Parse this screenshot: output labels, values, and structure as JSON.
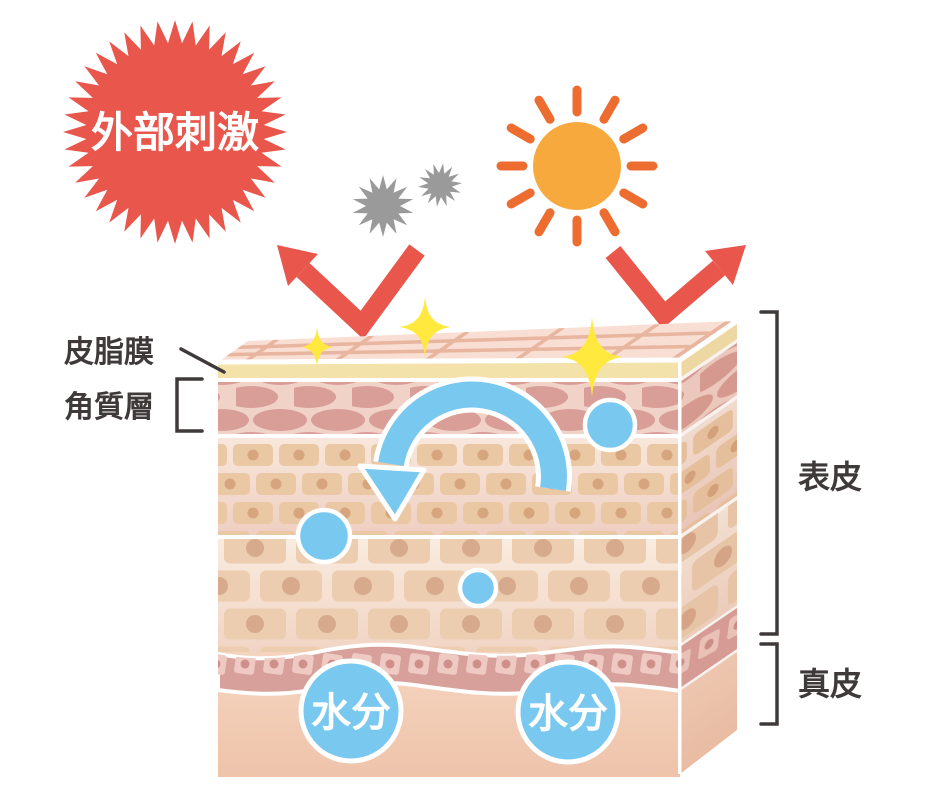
{
  "diagram": {
    "starburst": {
      "label": "外部刺激",
      "color": "#e8564c"
    },
    "sun": {
      "core_color": "#f7a93e",
      "ray_color": "#ed6c30"
    },
    "particles": {
      "color": "#9a9a9a"
    },
    "arrows": {
      "reflect_color": "#e8564c",
      "turnover_color": "#79c8f0"
    },
    "sparkles": {
      "color": "#ffe93e"
    },
    "layer_labels": {
      "sebum_film": "皮脂膜",
      "stratum_corneum": "角質層",
      "epidermis": "表皮",
      "dermis": "真皮"
    },
    "moisture": {
      "label": "水分",
      "color": "#79c8f0"
    },
    "label_color": "#3e3a39",
    "skin_palette": {
      "surface": "#f8ded3",
      "surface_grid": "#e3a78c",
      "sebum": "#f3e3ab",
      "corneum_bg": "#f1d2c7",
      "corneum_cell": "#d99e97",
      "granular_bg": "#f8e7dc",
      "granular_cell": "#eac8a4",
      "granular_dot": "#d7a57d",
      "spinous_bg": "#f9ecdf",
      "spinous_cell": "#eccdaf",
      "spinous_dot": "#d8aa8d",
      "basal_band": "#d8a09b",
      "basal_cell": "#efcac2",
      "basal_dot": "#cf908c",
      "dermis_top": "#f5d4bf",
      "dermis_bottom": "#eec2a9"
    }
  }
}
